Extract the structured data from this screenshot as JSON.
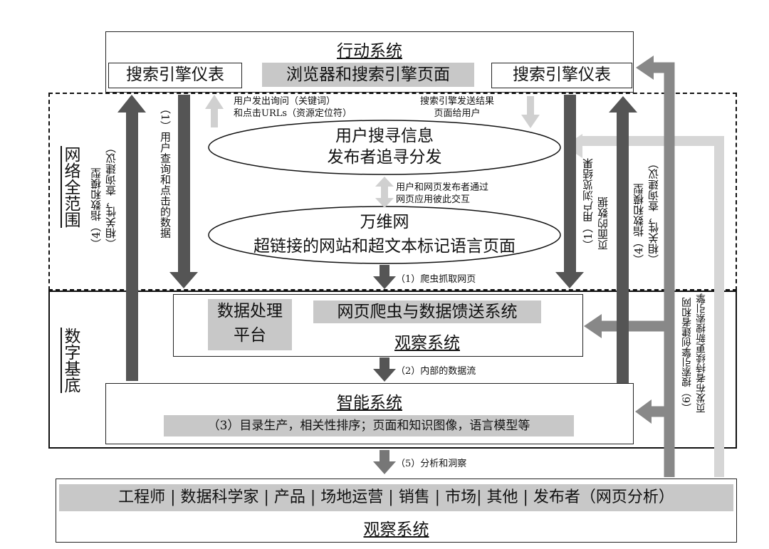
{
  "action_system": {
    "title": "行动系统",
    "dashboard_left": "搜索引擎仪表",
    "browser_pages": "浏览器和搜索引擎页面",
    "dashboard_right": "搜索引擎仪表"
  },
  "scope_web": "网络全范围",
  "scope_digital": "数字基底",
  "labels": {
    "user_query_up": [
      "用户发出询问（关键词）",
      "和点击URLs（资源定位符）"
    ],
    "results_down": [
      "搜索引擎发送结果",
      "页面给用户"
    ],
    "interaction": [
      "用户和网页发布者通过",
      "网页应用彼此交互"
    ],
    "crawl": "（1）爬虫抓取网页",
    "internal_flow": "（2）内部的数据流",
    "analysis": "（5）分析和洞察",
    "left_query_data": "（1）用户查询和点击的数据",
    "left_index": [
      "（4）指数和模型",
      "（相关性，查询建议）"
    ],
    "right_browse": [
      "（1）用户浏览结果",
      "页面的数据"
    ],
    "right_index": [
      "（4）指数和模型",
      "（相关性，查询建议）"
    ],
    "update": [
      "（6）搜索引擎创建者和网",
      "页发布者持续更新搜索引擎"
    ]
  },
  "ellipse_top": [
    "用户搜寻信息",
    "发布者追寻分发"
  ],
  "ellipse_bottom": [
    "万维网",
    "超链接的网站和超文本标记语言页面"
  ],
  "observe_box": {
    "platform": [
      "数据处理",
      "平台"
    ],
    "crawler": "网页爬虫与数据馈送系统",
    "title": "观察系统"
  },
  "intel_box": {
    "title": "智能系统",
    "desc": "（3）目录生产，相关性排序；页面和知识图像，语言模型等"
  },
  "bottom_box": {
    "roles": "工程师 | 数据科学家 | 产品 | 场地运营 | 销售 | 市场| 其他 | 发布者（网页分析）",
    "title": "观察系统"
  },
  "colors": {
    "dark": "#555555",
    "medium": "#888888",
    "light": "#d6d6d6",
    "highlight": "#c8c8c8"
  }
}
